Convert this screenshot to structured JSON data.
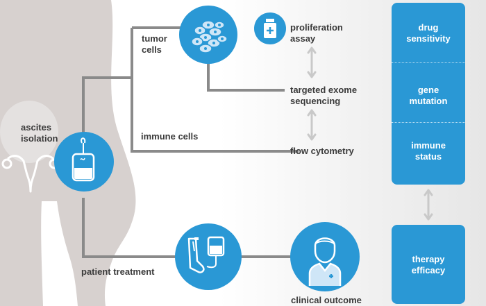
{
  "labels": {
    "tumor_cells": [
      "tumor",
      "cells"
    ],
    "ascites_isolation": [
      "ascites",
      "isolation"
    ],
    "immune_cells": "immune cells",
    "patient_treatment": "patient treatment",
    "proliferation_assay": [
      "proliferation",
      "assay"
    ],
    "targeted_exome_sequencing": [
      "targeted exome",
      "sequencing"
    ],
    "flow_cytometry": "flow cytometry",
    "clinical_outcome": "clinical outcome"
  },
  "readout_box": {
    "items": [
      [
        "drug",
        "sensitivity"
      ],
      [
        "gene",
        "mutation"
      ],
      [
        "immune",
        "status"
      ]
    ]
  },
  "outcome_box": [
    "therapy",
    "efficacy"
  ],
  "icons": [
    "cell-cluster-icon",
    "medicine-vial-icon",
    "ascites-bag-icon",
    "iv-drip-arm-icon",
    "doctor-icon",
    "uterus-icon"
  ],
  "colors": {
    "accent": "#2a98d5",
    "connector": "#8a8a8a",
    "body": "#d5cfce",
    "arrow": "#c8c8c8"
  }
}
